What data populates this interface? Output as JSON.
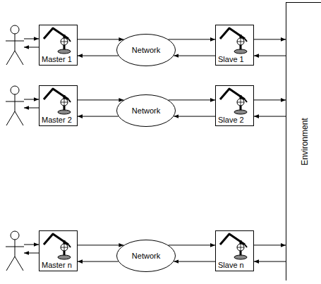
{
  "diagram": {
    "nodes": [
      {
        "text": [
          "Master 1"
        ]
      },
      {
        "text": [
          "Network"
        ]
      },
      {
        "text": [
          "Slave 1"
        ]
      },
      {
        "text": [
          "Master 2"
        ]
      },
      {
        "text": [
          "Network"
        ]
      },
      {
        "text": [
          "Slave 2"
        ]
      },
      {
        "text": [
          "Master n"
        ]
      },
      {
        "text": [
          "Network"
        ]
      },
      {
        "text": [
          "Slave n"
        ]
      },
      {
        "text": [
          "Environment"
        ]
      }
    ],
    "edges": [
      {
        "from": 0,
        "to": 1,
        "arrow": "to"
      },
      {
        "from": 1,
        "to": 2,
        "arrow": "to"
      },
      {
        "from": 2,
        "to": 9,
        "arrow": "to"
      },
      {
        "from": 9,
        "to": 2,
        "arrow": "to"
      },
      {
        "from": 2,
        "to": 1,
        "arrow": "to"
      },
      {
        "from": 1,
        "to": 0,
        "arrow": "to"
      },
      {
        "from": 3,
        "to": 4,
        "arrow": "to"
      },
      {
        "from": 4,
        "to": 5,
        "arrow": "to"
      },
      {
        "from": 5,
        "to": 9,
        "arrow": "to"
      },
      {
        "from": 9,
        "to": 5,
        "arrow": "to"
      },
      {
        "from": 5,
        "to": 4,
        "arrow": "to"
      },
      {
        "from": 4,
        "to": 3,
        "arrow": "to"
      },
      {
        "from": 6,
        "to": 7,
        "arrow": "to"
      },
      {
        "from": 7,
        "to": 8,
        "arrow": "to"
      },
      {
        "from": 8,
        "to": 9,
        "arrow": "to"
      },
      {
        "from": 9,
        "to": 8,
        "arrow": "to"
      },
      {
        "from": 8,
        "to": 7,
        "arrow": "to"
      },
      {
        "from": 7,
        "to": 6,
        "arrow": "to"
      }
    ]
  }
}
